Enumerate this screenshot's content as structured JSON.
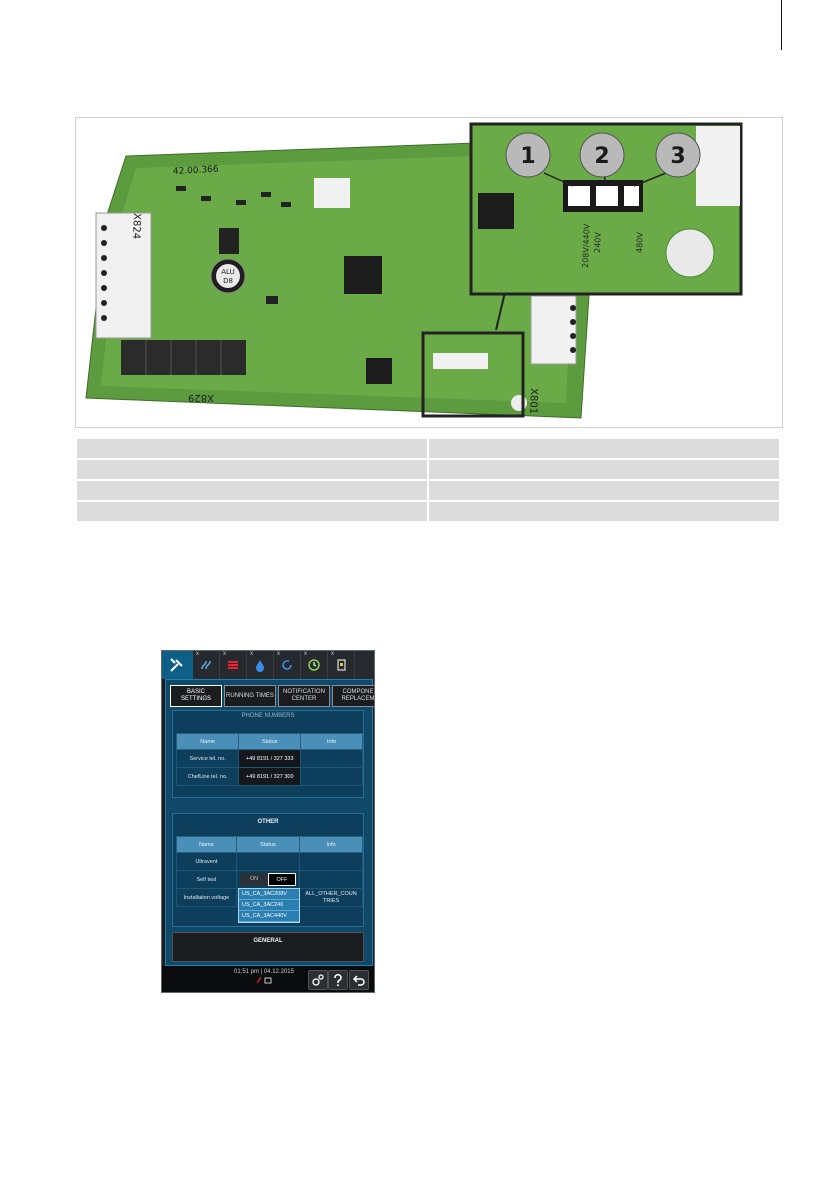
{
  "figure": {
    "board_labels": {
      "part_no": "42.00.366",
      "connector_left": "X824",
      "connector_bottom": "X829",
      "connector_right": "X801",
      "component_text_1": "ALU",
      "component_text_2": "D8"
    },
    "callouts": [
      "1",
      "2",
      "3"
    ],
    "voltage_labels": [
      "208V/440V",
      "240V",
      "480V"
    ]
  },
  "legend_rows": [
    [
      "",
      ""
    ],
    [
      "",
      ""
    ],
    [
      "",
      ""
    ],
    [
      "",
      ""
    ]
  ],
  "device": {
    "tabs": [
      "tools-icon",
      "steam-icon",
      "heat-icon",
      "water-icon",
      "refresh-icon",
      "clock-icon",
      "door-icon"
    ],
    "subtabs": [
      "BASIC\nSETTINGS",
      "RUNNING TIMES",
      "NOTIFICATION\nCENTER",
      "COMPONE\nREPLACEM"
    ],
    "phone_section": {
      "title": "PHONE NUMBERS",
      "headers": [
        "Name",
        "Status",
        "Info"
      ],
      "rows": [
        {
          "name": "Service tel. no.",
          "status": "+49 8191 / 327 333",
          "info": ""
        },
        {
          "name": "ChefLine tel. no.",
          "status": "+49 8191 / 327 300",
          "info": ""
        }
      ]
    },
    "other_section": {
      "title": "OTHER",
      "headers": [
        "Name",
        "Status",
        "Info"
      ],
      "rows": [
        {
          "name": "Ultravent",
          "status": "",
          "info": ""
        },
        {
          "name": "Self test",
          "on": "ON",
          "off": "OFF",
          "info": ""
        },
        {
          "name": "Installation voltage",
          "status": "",
          "info": "ALL_OTHER_COUN TRIES"
        }
      ],
      "dropdown_options": [
        "US_CA_3AC208V",
        "US_CA_3AC240",
        "US_CA_3AC440V"
      ]
    },
    "general_section": {
      "title": "GENERAL"
    },
    "footer": {
      "time": "01:51 pm",
      "date": "04.12.2015"
    },
    "colors": {
      "accent": "#0d5f88",
      "panel": "#0f4868",
      "header_cell": "#4a8fb8"
    }
  }
}
